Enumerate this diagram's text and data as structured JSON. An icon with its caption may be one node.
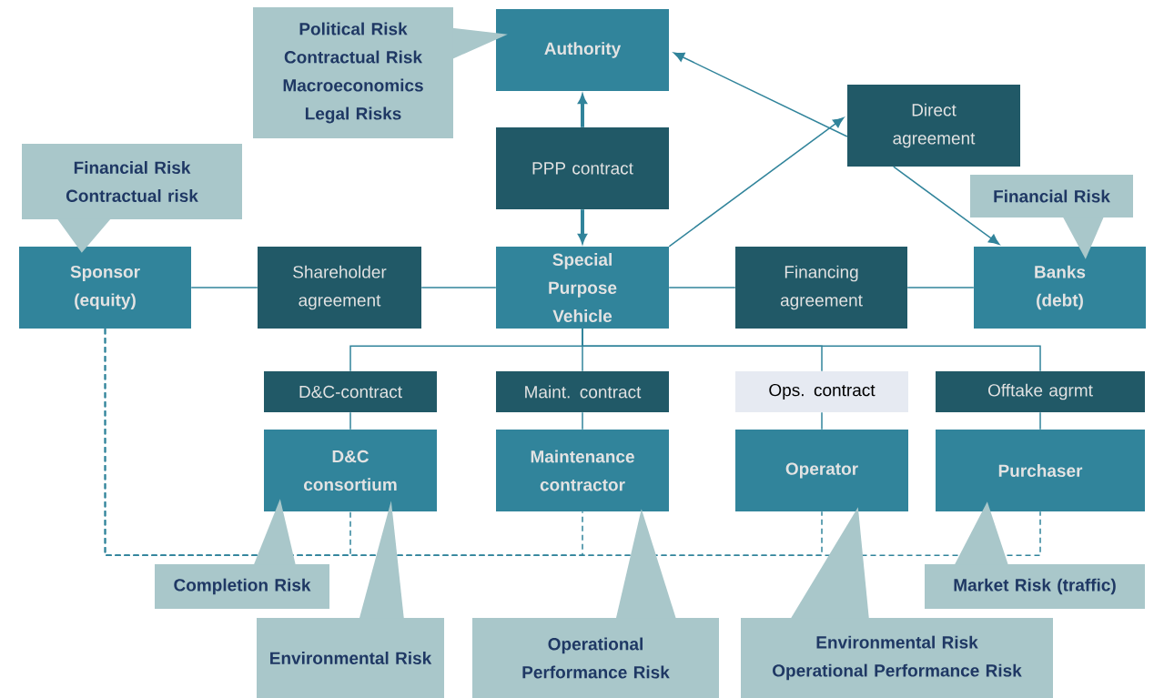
{
  "diagram": {
    "nodes": [
      {
        "text": [
          "Authority"
        ]
      },
      {
        "text": [
          "PPP contract"
        ]
      },
      {
        "text": [
          "Direct agreement"
        ]
      },
      {
        "text": [
          "Sponsor (equity)"
        ]
      },
      {
        "text": [
          "Shareholder agreement"
        ]
      },
      {
        "text": [
          "Special Purpose Vehicle"
        ]
      },
      {
        "text": [
          "Financing agreement"
        ]
      },
      {
        "text": [
          "Banks (debt)"
        ]
      },
      {
        "text": [
          "D&C-contract"
        ]
      },
      {
        "text": [
          "Maint. contract"
        ]
      },
      {
        "text": [
          "Ops. contract"
        ]
      },
      {
        "text": [
          "Offtake agrmt"
        ]
      },
      {
        "text": [
          "D&C consortium"
        ]
      },
      {
        "text": [
          "Maintenance contractor"
        ]
      },
      {
        "text": [
          "Operator"
        ]
      },
      {
        "text": [
          "Purchaser"
        ]
      },
      {
        "text": [
          "Political Risk",
          "Contractual Risk",
          "Macroeconomics",
          "Legal Risks"
        ]
      },
      {
        "text": [
          "Financial Risk",
          "Contractual risk"
        ]
      },
      {
        "text": [
          "Financial Risk"
        ]
      },
      {
        "text": [
          "Completion Risk"
        ]
      },
      {
        "text": [
          "Environmental Risk"
        ]
      },
      {
        "text": [
          "Operational Performance Risk"
        ]
      },
      {
        "text": [
          "Environmental Risk",
          "Operational Performance Risk"
        ]
      },
      {
        "text": [
          "Market Risk (traffic)"
        ]
      }
    ],
    "edges": [
      {
        "from": 1,
        "to": 0,
        "arrow": "to",
        "style": "thick"
      },
      {
        "from": 1,
        "to": 5,
        "arrow": "to",
        "style": "thick"
      },
      {
        "from": 5,
        "to": 2,
        "arrow": "to"
      },
      {
        "from": 2,
        "to": 0,
        "arrow": "to"
      },
      {
        "from": 2,
        "to": 7,
        "arrow": "to"
      },
      {
        "from": 3,
        "to": 4,
        "arrow": "none"
      },
      {
        "from": 4,
        "to": 5,
        "arrow": "none"
      },
      {
        "from": 5,
        "to": 6,
        "arrow": "none"
      },
      {
        "from": 6,
        "to": 7,
        "arrow": "none"
      },
      {
        "from": 5,
        "to": 8,
        "arrow": "none"
      },
      {
        "from": 5,
        "to": 9,
        "arrow": "none"
      },
      {
        "from": 5,
        "to": 10,
        "arrow": "none"
      },
      {
        "from": 5,
        "to": 11,
        "arrow": "none"
      },
      {
        "from": 8,
        "to": 12,
        "arrow": "none"
      },
      {
        "from": 9,
        "to": 13,
        "arrow": "none"
      },
      {
        "from": 10,
        "to": 14,
        "arrow": "none"
      },
      {
        "from": 11,
        "to": 15,
        "arrow": "none"
      },
      {
        "from": 3,
        "to": 12,
        "arrow": "none",
        "style": "dashed"
      },
      {
        "from": 3,
        "to": 13,
        "arrow": "none",
        "style": "dashed"
      },
      {
        "from": 3,
        "to": 14,
        "arrow": "none",
        "style": "dashed"
      },
      {
        "from": 3,
        "to": 15,
        "arrow": "none",
        "style": "dashed"
      },
      {
        "from": 16,
        "to": 0,
        "arrow": "to"
      },
      {
        "from": 17,
        "to": 3,
        "arrow": "to"
      },
      {
        "from": 18,
        "to": 7,
        "arrow": "to"
      },
      {
        "from": 19,
        "to": 12,
        "arrow": "to"
      },
      {
        "from": 20,
        "to": 12,
        "arrow": "to"
      },
      {
        "from": 21,
        "to": 13,
        "arrow": "to"
      },
      {
        "from": 22,
        "to": 14,
        "arrow": "to"
      },
      {
        "from": 23,
        "to": 15,
        "arrow": "to"
      }
    ]
  }
}
